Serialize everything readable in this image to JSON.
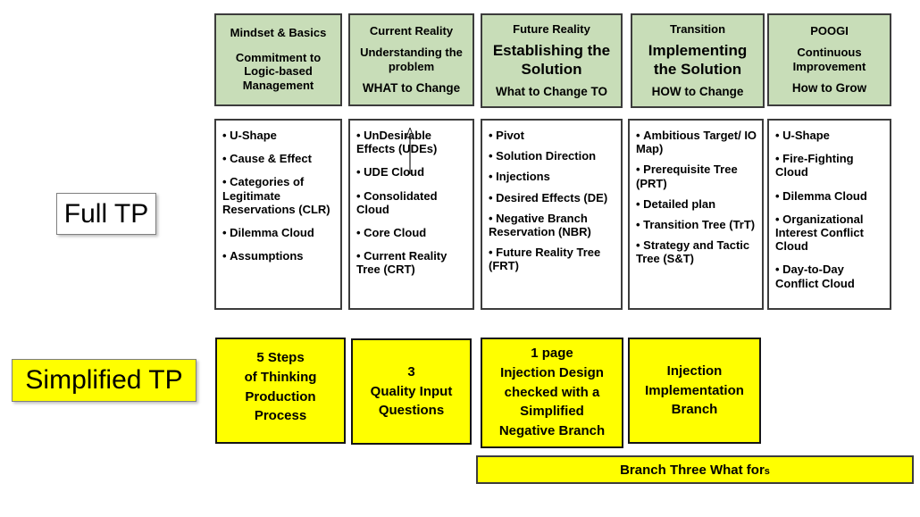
{
  "labels": {
    "full_tp": "Full TP",
    "simplified_tp": "Simplified TP"
  },
  "colors": {
    "header_green": "#c8ddb8",
    "highlight_yellow": "#ffff00",
    "border_dark": "#3c3c3c",
    "text": "#000000"
  },
  "columns": [
    {
      "header": {
        "title": "Mindset & Basics",
        "subtitle": "Commitment to Logic-based Management"
      },
      "items": [
        "U-Shape",
        "Cause & Effect",
        "Categories of Legitimate Reservations (CLR)",
        "Dilemma Cloud",
        "Assumptions"
      ],
      "simplified_lines": [
        "5 Steps",
        "of Thinking",
        "Production",
        "Process"
      ]
    },
    {
      "header": {
        "title": "Current Reality",
        "subtitle": "Understanding the problem",
        "tagline": "WHAT to Change"
      },
      "items": [
        "UnDesirable Effects (UDEs)",
        "UDE Cloud",
        "Consolidated Cloud",
        "Core Cloud",
        "Current Reality Tree (CRT)"
      ],
      "simplified_lines": [
        "3",
        "Quality Input",
        "Questions"
      ]
    },
    {
      "header": {
        "title": "Future Reality",
        "subtitle": "Establishing the Solution",
        "tagline": "What to Change TO"
      },
      "items": [
        "Pivot",
        "Solution Direction",
        "Injections",
        "Desired Effects (DE)",
        "Negative Branch Reservation (NBR)",
        "Future Reality Tree (FRT)"
      ],
      "simplified_lines": [
        "1 page",
        "Injection Design",
        "checked with a",
        "Simplified",
        "Negative Branch"
      ]
    },
    {
      "header": {
        "title": "Transition",
        "subtitle": "Implementing the Solution",
        "tagline": "HOW to Change"
      },
      "items": [
        "Ambitious Target/ IO Map)",
        "Prerequisite Tree (PRT)",
        "Detailed plan",
        "Transition Tree (TrT)",
        "Strategy and Tactic Tree (S&T)"
      ],
      "simplified_lines": [
        "Injection",
        "Implementation",
        "Branch"
      ]
    },
    {
      "header": {
        "title": "POOGI",
        "subtitle": "Continuous Improvement",
        "tagline": "How to Grow"
      },
      "items": [
        "U-Shape",
        "Fire-Fighting Cloud",
        "Dilemma Cloud",
        "Organizational Interest Conflict Cloud",
        "Day-to-Day Conflict Cloud"
      ]
    }
  ],
  "bottom_bar": {
    "label": "Branch Three What for",
    "suffix": "s"
  }
}
